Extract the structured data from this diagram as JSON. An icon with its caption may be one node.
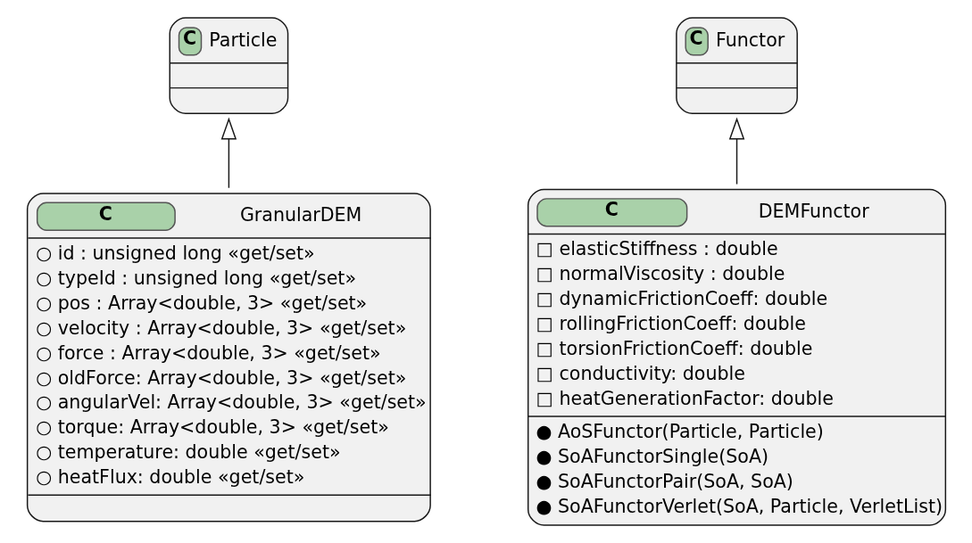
{
  "diagram": {
    "nodes": [
      {
        "text": [
          "C",
          "Particle"
        ]
      },
      {
        "text": [
          "C",
          "Functor"
        ]
      },
      {
        "text": [
          "C",
          "GranularDEM",
          "○ id : unsigned long «get/set»",
          "○ typeId : unsigned long «get/set»",
          "○ pos : Array<double, 3> «get/set»",
          "○ velocity : Array<double, 3> «get/set»",
          "○ force : Array<double, 3> «get/set»",
          "○ oldForce: Array<double, 3> «get/set»",
          "○ angularVel: Array<double, 3> «get/set»",
          "○ torque: Array<double, 3> «get/set»",
          "○ temperature: double «get/set»",
          "○ heatFlux: double «get/set»"
        ]
      },
      {
        "text": [
          "C",
          "DEMFunctor",
          "□ elasticStiffness : double",
          "□ normalViscosity : double",
          "□ dynamicFrictionCoeff: double",
          "□ rollingFrictionCoeff: double",
          "□ torsionFrictionCoeff: double",
          "□ conductivity: double",
          "□ heatGenerationFactor: double",
          "● AoSFunctor(Particle, Particle)",
          "● SoAFunctorSingle(SoA)",
          "● SoAFunctorPair(SoA, SoA)",
          "● SoAFunctorVerlet(SoA, Particle, VerletList)"
        ]
      }
    ],
    "edges": [
      {
        "from": 2,
        "to": 0,
        "arrow": "to"
      },
      {
        "from": 3,
        "to": 1,
        "arrow": "to"
      }
    ]
  }
}
